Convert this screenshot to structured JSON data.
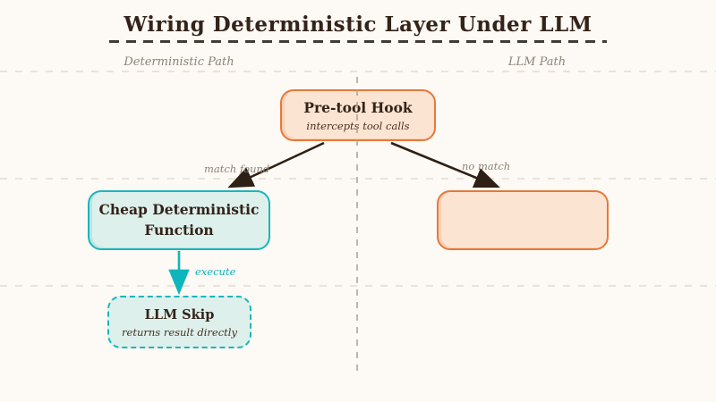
{
  "title": "Wiring Deterministic Layer Under LLM",
  "lanes": {
    "left_label": "Deterministic Path",
    "right_label": "LLM Path"
  },
  "nodes": {
    "pretool_hook": {
      "title": "Pre-tool Hook",
      "subtitle": "intercepts tool calls"
    },
    "cheap_function": {
      "title": "Cheap Deterministic Function"
    },
    "llm_node": {
      "title": ""
    },
    "llm_skip": {
      "title": "LLM Skip",
      "subtitle": "returns result directly"
    }
  },
  "edges": {
    "match_found_label": "match found",
    "no_match_label": "no match",
    "execute_label": "execute"
  },
  "colors": {
    "background": "#fdf9f4",
    "orange_border": "#e5793a",
    "orange_fill": "#fbe4d1",
    "teal_border": "#1ab6bb",
    "teal_fill": "#def0ec",
    "ink": "#33231a",
    "arrow": "#2e2015",
    "muted_label": "#8b8375",
    "divider": "#a8a294",
    "gridline": "#e8e4da"
  }
}
